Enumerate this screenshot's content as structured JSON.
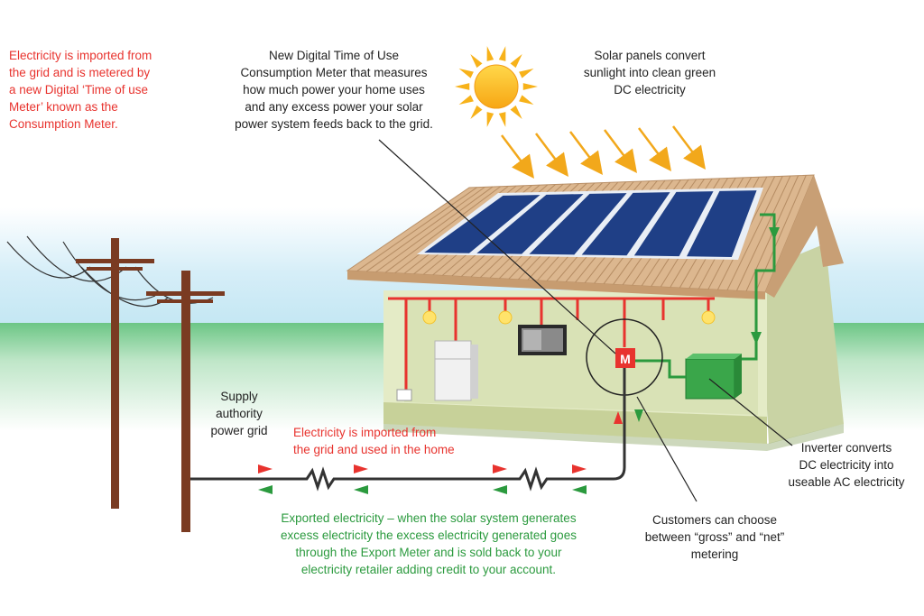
{
  "annotations": {
    "grid_import_meter": [
      "Electricity is imported from",
      "the grid and is metered by",
      "a new Digital ‘Time of use",
      "Meter’ known as the",
      "Consumption Meter."
    ],
    "consumption_meter": [
      "New Digital Time of Use",
      "Consumption Meter that measures",
      "how much power your home uses",
      "and any excess power your solar",
      "power system feeds back to the grid."
    ],
    "solar_panels": [
      "Solar panels convert",
      "sunlight into clean green",
      "DC electricity"
    ],
    "supply_grid": [
      "Supply",
      "authority",
      "power grid"
    ],
    "imported_electricity": [
      "Electricity is imported from",
      "the grid and used in the home"
    ],
    "exported_electricity": [
      "Exported electricity – when the solar system generates",
      "excess electricity the excess electricity generated goes",
      "through the Export Meter and is sold back to your",
      "electricity retailer adding credit to your account."
    ],
    "inverter": [
      "Inverter converts",
      "DC electricity into",
      "useable AC electricity"
    ],
    "metering": [
      "Customers can choose",
      "between “gross” and “net”",
      "metering"
    ]
  },
  "meter_label": "M",
  "colors": {
    "red": "#e8332e",
    "green": "#2b9a3e",
    "sky": "#cfeaf6",
    "grass": "#5cc07a",
    "roof": "#d9b48c",
    "panel": "#1f3f86",
    "wall": "#dfe7c2",
    "sun": "#f9b41b"
  }
}
